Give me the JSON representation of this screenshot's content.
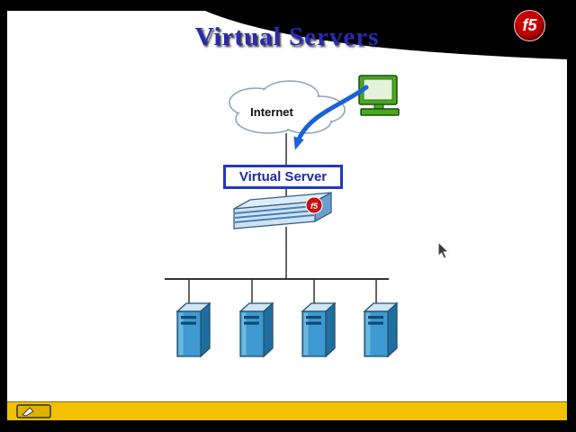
{
  "slide": {
    "title": "Virtual Servers",
    "title_color": "#2a2ab0"
  },
  "brand": {
    "logo_text": "f5",
    "logo_color": "#c80000"
  },
  "diagram": {
    "internet_label": "Internet",
    "virtual_server_label": "Virtual Server",
    "device_badge_text": "f5",
    "server_count": 4,
    "colors": {
      "arrow": "#1a63d6",
      "virtual_server_border": "#2238c4",
      "server_front": "#3e9ad0",
      "server_side": "#1f6ea0",
      "server_top": "#cfe6f6",
      "computer_green": "#4aa81e",
      "cloud_outline": "#8fa0b8"
    }
  },
  "footer": {
    "bar_color": "#f2c100"
  }
}
